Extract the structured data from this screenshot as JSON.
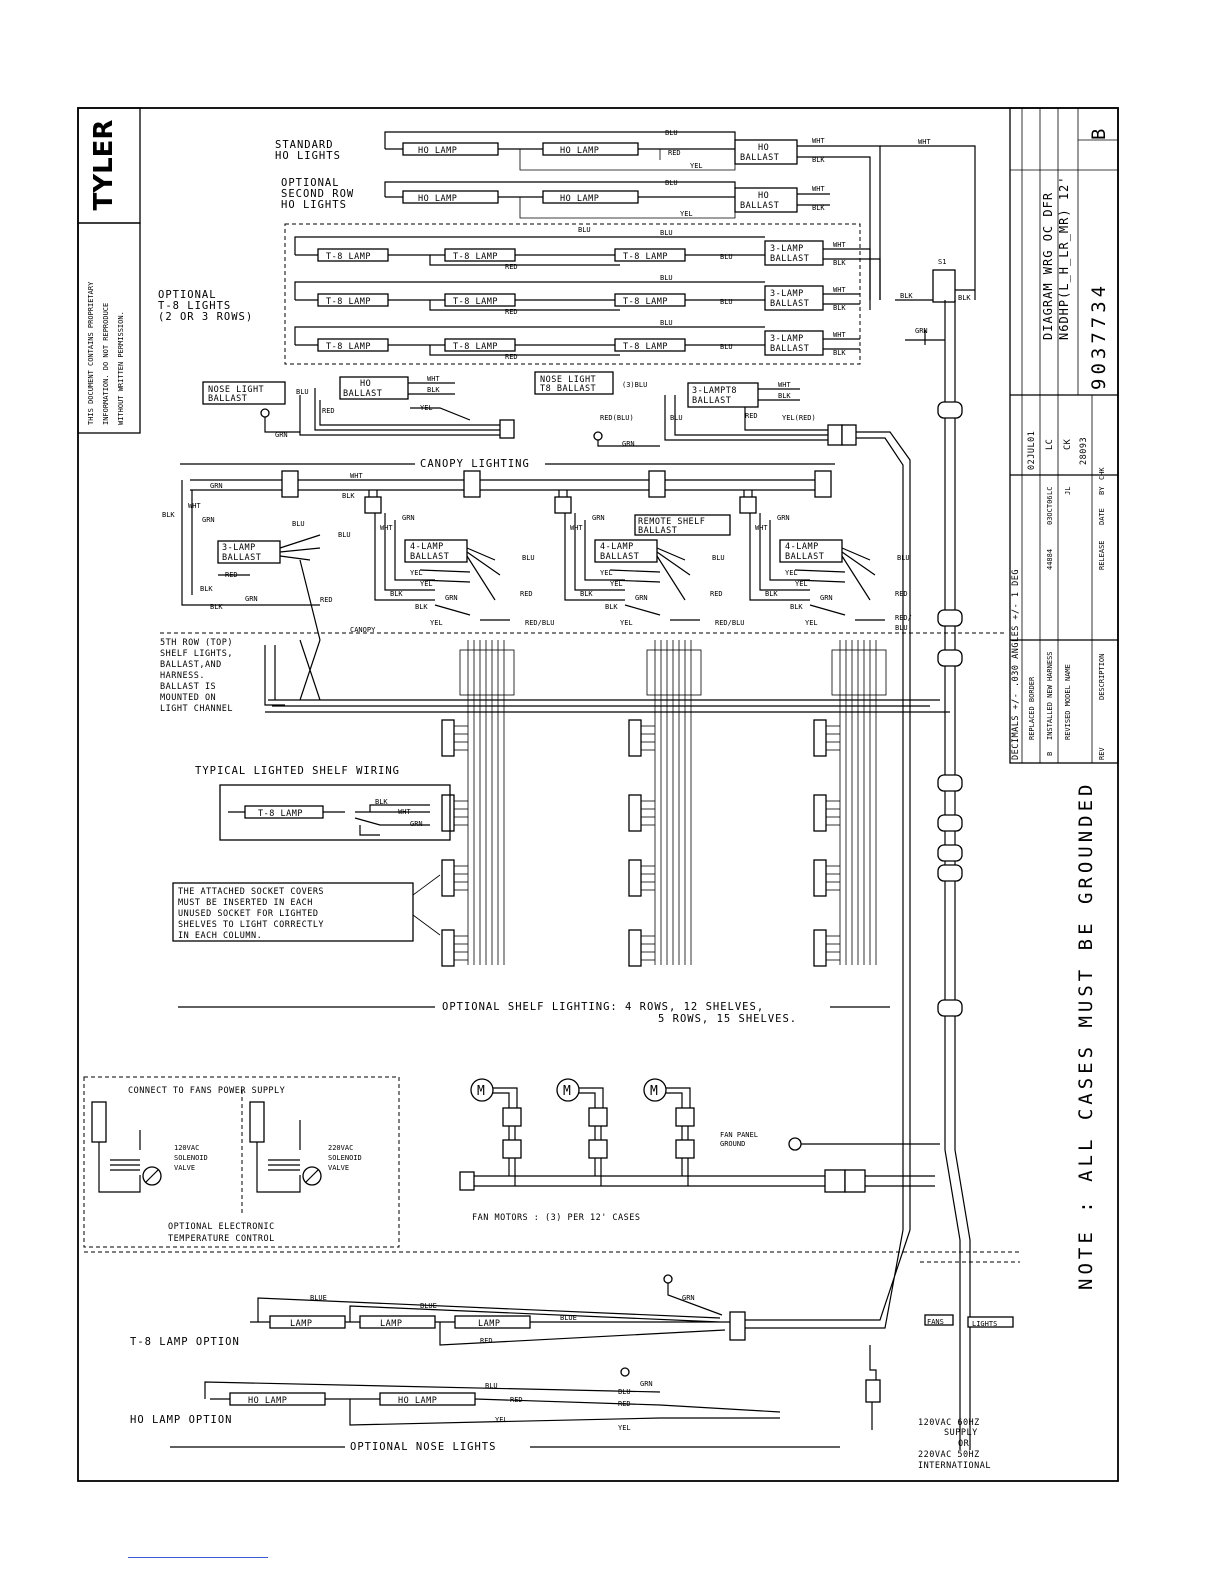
{
  "title_block": {
    "brand": "TYLER",
    "doc_number": "9037734",
    "revision": "B",
    "drawing_title_1": "DIAGRAM WRG OC DFR",
    "drawing_title_2": "N6DHP(L_H_LR_MR) 12'",
    "date": "02JUL01",
    "drawn_by": "LC",
    "checked": "CK",
    "ecn": "28093",
    "tolerance": "DECIMALS +/- .030 ANGLES +/- 1 DEG",
    "rev_replaced": "REPLACED BORDER",
    "rev_installed": "INSTALLED NEW HARNESS",
    "rev_revised": "REVISED MODEL NAME",
    "rev_letter": "B",
    "rev_ecn": "44884",
    "rev_date": "03OCT06",
    "rev_by": "LC",
    "rev_chk": "JL",
    "hdr_description": "DESCRIPTION",
    "hdr_release": "RELEASE",
    "hdr_date": "DATE",
    "hdr_by": "BY",
    "hdr_chk": "CHK",
    "hdr_rev": "REV"
  },
  "note": "NOTE : ALL CASES MUST BE GROUNDED",
  "labels": {
    "standard_ho": [
      "STANDARD",
      "HO LIGHTS"
    ],
    "optional_second": [
      "OPTIONAL",
      "SECOND ROW",
      "HO LIGHTS"
    ],
    "optional_t8": [
      "OPTIONAL",
      "T-8 LIGHTS",
      "(2 OR 3 ROWS)"
    ],
    "nose_light_ballast": [
      "NOSE LIGHT",
      "BALLAST"
    ],
    "nose_light_t8_ballast": [
      "NOSE LIGHT",
      "T8 BALLAST"
    ],
    "canopy_lighting": "CANOPY LIGHTING",
    "remote_shelf_ballast": [
      "REMOTE SHELF",
      "BALLAST"
    ],
    "fifth_row": [
      "5TH ROW (TOP)",
      "SHELF LIGHTS,",
      "BALLAST,AND",
      "HARNESS.",
      " BALLAST IS",
      "MOUNTED ON",
      "LIGHT CHANNEL"
    ],
    "canopy": "CANOPY",
    "typical_shelf": "TYPICAL LIGHTED SHELF WIRING",
    "socket_note": [
      "THE ATTACHED SOCKET COVERS",
      "MUST BE INSERTED IN EACH",
      "UNUSED SOCKET FOR LIGHTED",
      "SHELVES TO LIGHT CORRECTLY",
      "IN EACH COLUMN."
    ],
    "optional_shelf_1": "OPTIONAL SHELF LIGHTING: 4 ROWS, 12 SHELVES,",
    "optional_shelf_2": "5 ROWS, 15 SHELVES.",
    "connect_fans": "CONNECT TO FANS POWER SUPPLY",
    "sol_120": [
      "120VAC",
      "SOLENOID",
      "VALVE"
    ],
    "sol_220": [
      "220VAC",
      "SOLENOID",
      "VALVE"
    ],
    "optional_etc": [
      "OPTIONAL ELECTRONIC",
      "TEMPERATURE CONTROL"
    ],
    "fan_motors": "FAN MOTORS : (3) PER 12' CASES",
    "fan_panel_ground": [
      "FAN PANEL",
      "GROUND"
    ],
    "t8_lamp_option": "T-8 LAMP OPTION",
    "ho_lamp_option": "HO LAMP OPTION",
    "optional_nose": "OPTIONAL NOSE LIGHTS",
    "supply": [
      "120VAC  60HZ",
      "SUPPLY",
      "OR",
      "220VAC  50HZ",
      "INTERNATIONAL"
    ],
    "fans_tag": "FANS",
    "lights_tag": "LIGHTS",
    "s1": "S1",
    "ho_lamp": "HO LAMP",
    "t8_lamp": "T-8 LAMP",
    "lamp": "LAMP",
    "ho_ballast": [
      "HO",
      "BALLAST"
    ],
    "three_lamp_ballast": [
      "3-LAMP",
      "BALLAST"
    ],
    "four_lamp_ballast": [
      "4-LAMP",
      "BALLAST"
    ],
    "three_lamp_t8": [
      "3-LAMPT8",
      "BALLAST"
    ],
    "motor": "M",
    "wht": "WHT",
    "blk": "BLK",
    "blu": "BLU",
    "red": "RED",
    "yel": "YEL",
    "grn": "GRN",
    "blue": "BLUE",
    "red_blu": "RED/BLU",
    "red_paren_blu": "RED(BLU)",
    "yel_paren_red": "YEL(RED)",
    "three_blu": "(3)BLU",
    "red_slash": "RED/",
    "blu_s": "BLU",
    "legal_text": [
      "THIS DOCUMENT CONTAINS PROPRIETARY",
      "INFORMATION. DO NOT REPRODUCE",
      "WITHOUT WRITTEN PERMISSION."
    ]
  }
}
